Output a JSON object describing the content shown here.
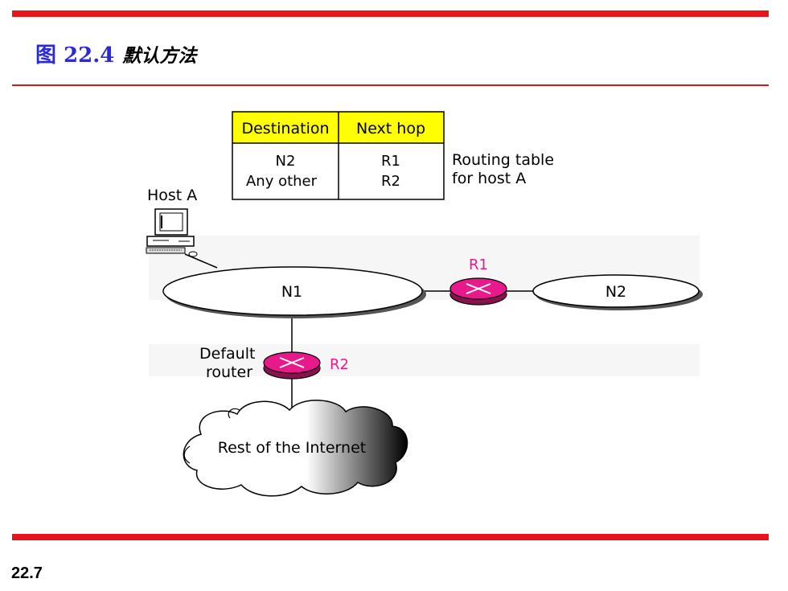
{
  "slide": {
    "title_prefix": "图 22.4",
    "title_text": "默认方法",
    "page_number": "22.7"
  },
  "routing_table": {
    "headers": [
      "Destination",
      "Next hop"
    ],
    "rows": [
      [
        "N2",
        "R1"
      ],
      [
        "Any other",
        "R2"
      ]
    ],
    "caption_line1": "Routing table",
    "caption_line2": "for host A"
  },
  "labels": {
    "host": "Host A",
    "network_n1": "N1",
    "network_n2": "N2",
    "router_r1": "R1",
    "router_r2": "R2",
    "default_line1": "Default",
    "default_line2": "router",
    "cloud": "Rest of the Internet"
  },
  "colors": {
    "accent_red": "#e8141b",
    "title_blue": "#2b2bd6",
    "table_header": "#ffff00",
    "router_pink": "#e8198b"
  }
}
